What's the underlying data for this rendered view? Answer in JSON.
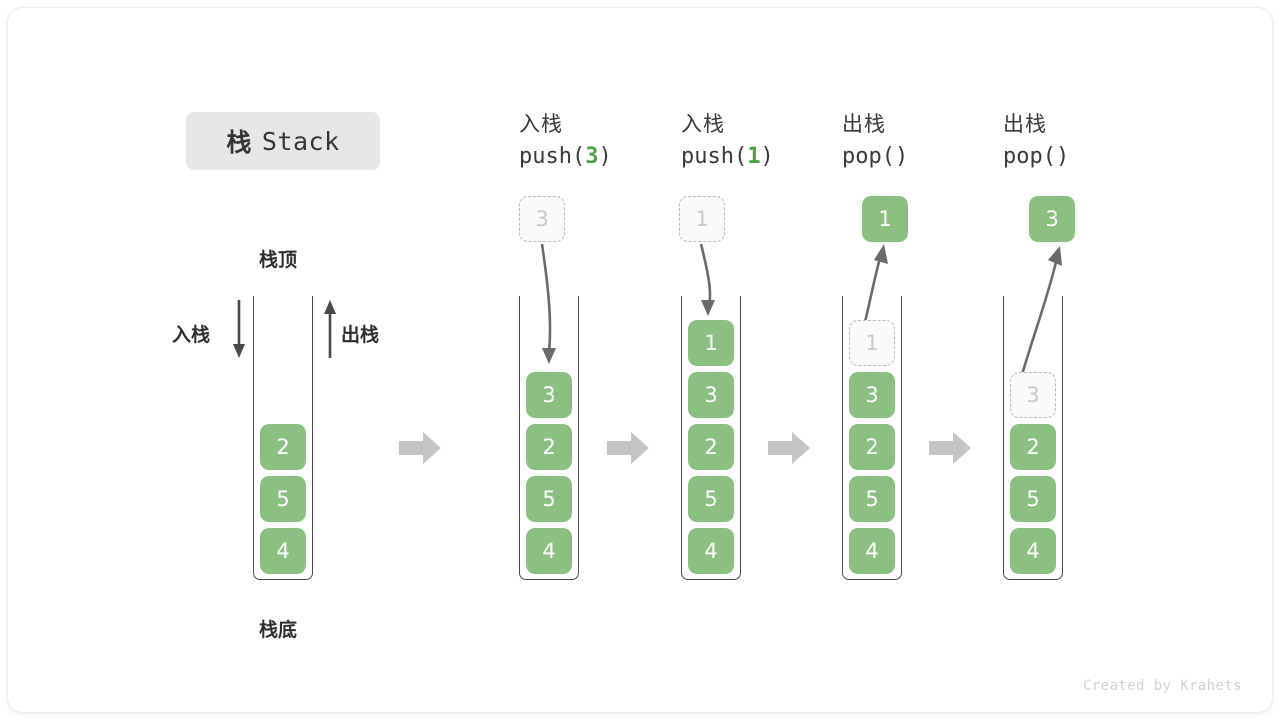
{
  "figure": {
    "title_cn": "栈",
    "title_en": "Stack",
    "footer": "Created by Krahets",
    "colors": {
      "cell_fill": "#8cc083",
      "cell_text": "#ffffff",
      "ghost_fill": "#fafafa",
      "ghost_border": "#b9b9b9",
      "ghost_text": "#c9c9c9",
      "arrow": "#6b6b6b",
      "block_arrow": "#c4c4c4",
      "chip_bg": "#e7e7e7",
      "accent_green": "#4f9f4a"
    }
  },
  "legend": {
    "top_label": "栈顶",
    "bottom_label": "栈底",
    "push_label": "入栈",
    "pop_label": "出栈"
  },
  "stages": [
    {
      "id": "initial",
      "head_cn": "",
      "head_code": "",
      "head_arg": "",
      "cells": [
        "2",
        "5",
        "4"
      ],
      "ghost_index": -1,
      "float_cell": null,
      "arrow_dir": "none"
    },
    {
      "id": "push-3",
      "head_cn": "入栈",
      "head_code_pre": "push(",
      "head_arg": "3",
      "head_code_post": ")",
      "cells": [
        "3",
        "2",
        "5",
        "4"
      ],
      "ghost_index": -1,
      "float_cell": "3",
      "float_is_ghost": true,
      "arrow_dir": "down"
    },
    {
      "id": "push-1",
      "head_cn": "入栈",
      "head_code_pre": "push(",
      "head_arg": "1",
      "head_code_post": ")",
      "cells": [
        "1",
        "3",
        "2",
        "5",
        "4"
      ],
      "ghost_index": -1,
      "float_cell": "1",
      "float_is_ghost": true,
      "arrow_dir": "down"
    },
    {
      "id": "pop-1",
      "head_cn": "出栈",
      "head_code_pre": "pop(",
      "head_arg": "",
      "head_code_post": ")",
      "cells": [
        "1",
        "3",
        "2",
        "5",
        "4"
      ],
      "ghost_index": 0,
      "float_cell": "1",
      "float_is_ghost": false,
      "arrow_dir": "up"
    },
    {
      "id": "pop-3",
      "head_cn": "出栈",
      "head_code_pre": "pop(",
      "head_arg": "",
      "head_code_post": ")",
      "cells": [
        "3",
        "2",
        "5",
        "4"
      ],
      "ghost_index": 0,
      "float_cell": "3",
      "float_is_ghost": false,
      "arrow_dir": "up"
    }
  ]
}
